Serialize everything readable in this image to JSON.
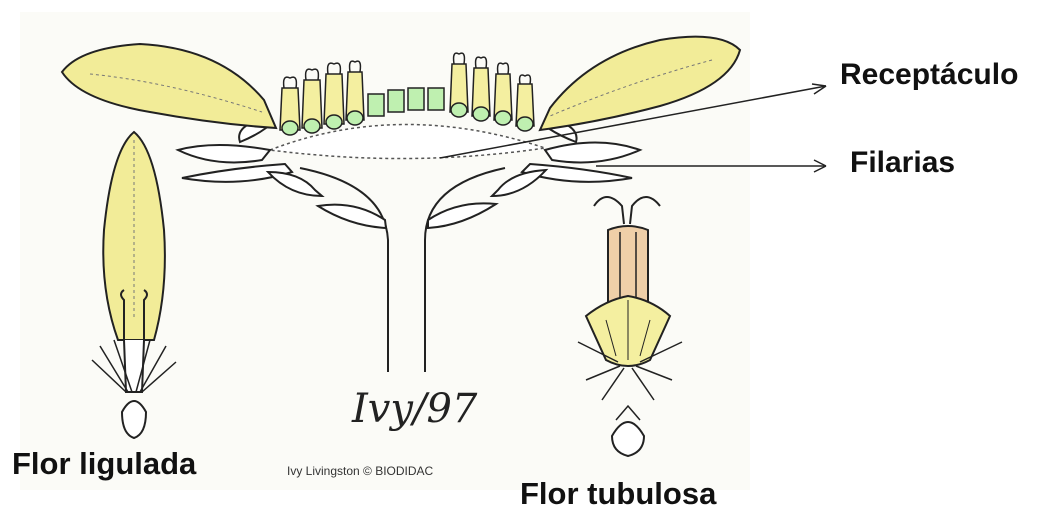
{
  "labels": {
    "receptaculo": "Receptáculo",
    "filarias": "Filarias",
    "flor_ligulada": "Flor ligulada",
    "flor_tubulosa": "Flor tubulosa"
  },
  "credit": "Ivy Livingston © BIODIDAC",
  "signature": "Ivy/97",
  "colors": {
    "ligule": "#f2ec98",
    "floret": "#f4efa0",
    "ovary": "#bff0b0",
    "anther_tube": "#efcfa8",
    "line": "#222222"
  }
}
